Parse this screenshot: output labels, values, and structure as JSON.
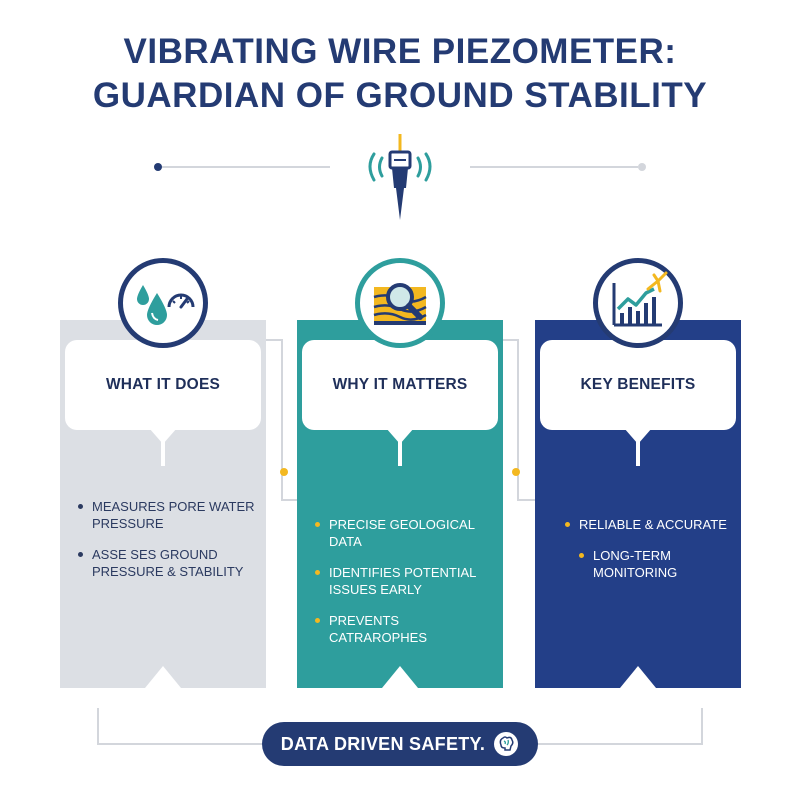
{
  "title": {
    "line1": "VIBRATING WIRE PIEZOMETER:",
    "line2": "GUARDIAN OF GROUND STABILITY"
  },
  "columns": [
    {
      "heading": "WHAT IT DOES",
      "icon": "water-drop-gauge-icon",
      "bullets": [
        "Measures pore water pressure",
        "Asse ses ground pressure & stability"
      ]
    },
    {
      "heading": "WHY IT MATTERS",
      "icon": "magnifier-geology-icon",
      "bullets": [
        "Precise geological data",
        "Identifies potential issues early",
        "Prevents catrarophes"
      ]
    },
    {
      "heading": "KEY BENEFITS",
      "icon": "growth-chart-icon",
      "bullets": [
        "Reliable & accurate",
        "Long-term monitoring"
      ]
    }
  ],
  "badge": {
    "label": "DATA DRIVEN SAFETY.",
    "icon": "brain-icon"
  },
  "colors": {
    "navy": "#233f88",
    "teal": "#2e9e9d",
    "gray": "#dcdfe4",
    "accent": "#f3b820",
    "title": "#243b73"
  }
}
